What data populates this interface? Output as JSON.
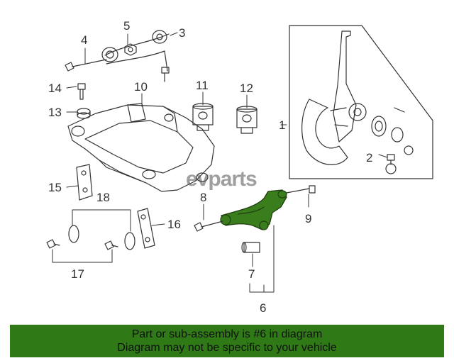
{
  "watermark": "evparts",
  "callouts": [
    "1",
    "2",
    "3",
    "4",
    "5",
    "6",
    "7",
    "8",
    "9",
    "10",
    "11",
    "12",
    "13",
    "14",
    "15",
    "16",
    "17",
    "18"
  ],
  "colors": {
    "highlight_part": "#3a7d1c",
    "banner": "#2f7a16",
    "line": "#333333"
  },
  "banner": {
    "line1": "Part or sub-assembly is #6 in diagram",
    "line2": "Diagram may not be specific to your vehicle"
  }
}
